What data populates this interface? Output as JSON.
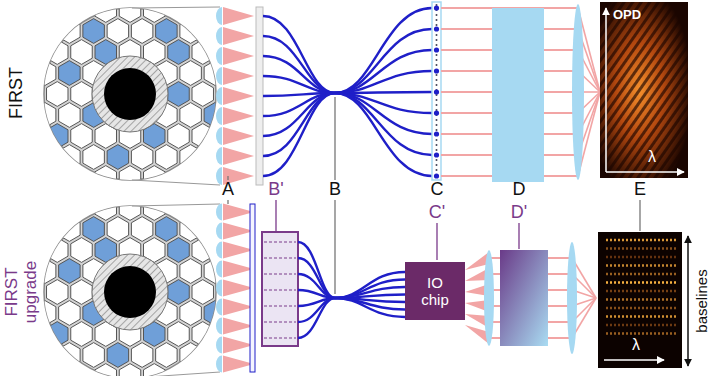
{
  "diagram": {
    "nodes": [
      {
        "text": [
          "IO chip"
        ]
      }
    ],
    "labels": [
      "FIRST",
      "FIRST upgrade",
      "A",
      "B'",
      "B",
      "C",
      "C'",
      "D",
      "D'",
      "E",
      "OPD",
      "λ",
      "λ",
      "baselines"
    ]
  }
}
